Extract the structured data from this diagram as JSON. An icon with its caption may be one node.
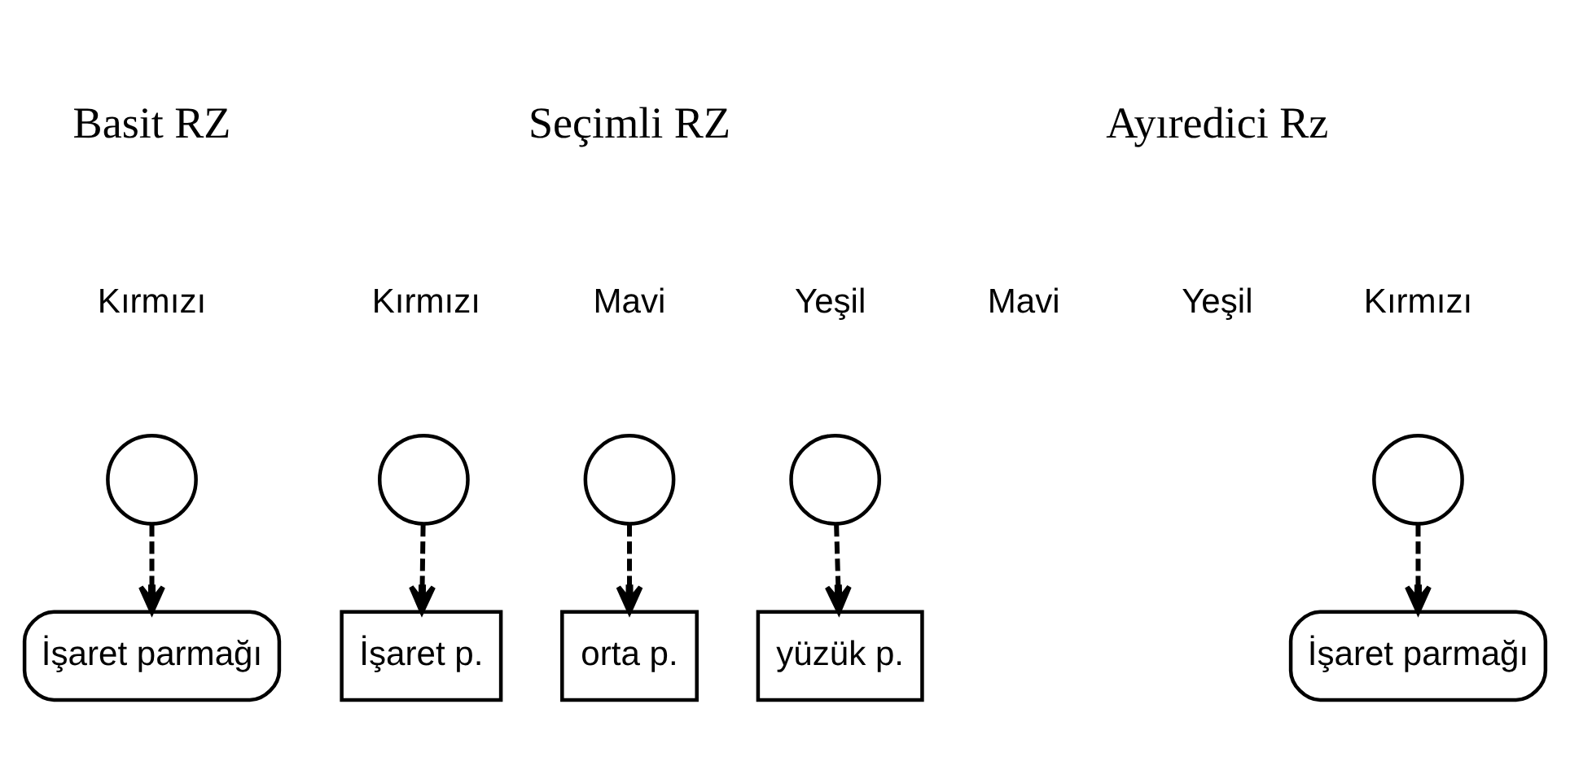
{
  "diagram": {
    "nodes": [
      {
        "text": [],
        "shape": "circle",
        "beside": [
          "Kırmızı"
        ]
      },
      {
        "text": [],
        "shape": "circle",
        "beside": [
          "Kırmızı"
        ]
      },
      {
        "text": [],
        "shape": "circle",
        "beside": [
          "Mavi"
        ]
      },
      {
        "text": [],
        "shape": "circle",
        "beside": [
          "Yeşil"
        ]
      },
      {
        "text": [],
        "shape": "circle",
        "beside": [
          "Kırmızı"
        ]
      },
      {
        "text": [
          "İşaret parmağı"
        ]
      },
      {
        "text": [
          "İşaret p."
        ]
      },
      {
        "text": [
          "orta p."
        ]
      },
      {
        "text": [
          "yüzük p."
        ]
      },
      {
        "text": [
          "İşaret parmağı"
        ]
      }
    ],
    "edges": [
      {
        "from": 0,
        "to": 5,
        "arrow": "to",
        "style": "dashed"
      },
      {
        "from": 1,
        "to": 6,
        "arrow": "to",
        "style": "dashed"
      },
      {
        "from": 2,
        "to": 7,
        "arrow": "to",
        "style": "dashed"
      },
      {
        "from": 3,
        "to": 8,
        "arrow": "to",
        "style": "dashed"
      },
      {
        "from": 4,
        "to": 9,
        "arrow": "to",
        "style": "dashed"
      }
    ],
    "labels": [
      "Basit RZ",
      "Seçimli RZ",
      "Ayıredici Rz",
      "Mavi",
      "Yeşil"
    ]
  }
}
